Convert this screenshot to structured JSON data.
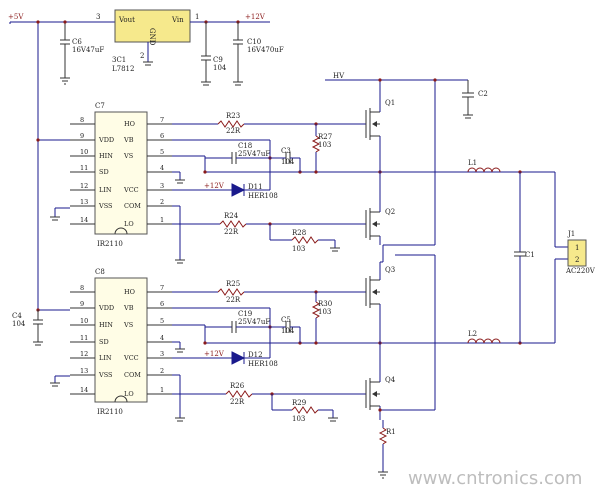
{
  "nets": {
    "p5v": "+5V",
    "p12v": "+12V",
    "hv": "HV"
  },
  "reg": {
    "ref": "3C1",
    "part": "L7812",
    "vout": "Vout",
    "vin": "Vin",
    "gnd": "GND",
    "p1": "1",
    "p2": "2",
    "p3": "3"
  },
  "caps": {
    "c6": {
      "ref": "C6",
      "val": "16V47uF"
    },
    "c9": {
      "ref": "C9",
      "val": "104"
    },
    "c10": {
      "ref": "C10",
      "val": "16V470uF"
    },
    "c2": {
      "ref": "C2"
    },
    "c4": {
      "ref": "C4",
      "val": "104"
    },
    "c18": {
      "ref": "C18",
      "val": "25V47uF"
    },
    "c3": {
      "ref": "C3",
      "val": "104"
    },
    "c19": {
      "ref": "C19",
      "val": "25V47uF"
    },
    "c5": {
      "ref": "C5",
      "val": "104"
    },
    "c1": {
      "ref": "C1"
    }
  },
  "drivers": {
    "top": {
      "ref": "C7",
      "part": "IR2110"
    },
    "bot": {
      "ref": "C8",
      "part": "IR2110"
    },
    "left_pins": [
      {
        "num": "8",
        "name": ""
      },
      {
        "num": "9",
        "name": "VDD"
      },
      {
        "num": "10",
        "name": "HIN"
      },
      {
        "num": "11",
        "name": "SD"
      },
      {
        "num": "12",
        "name": "LIN"
      },
      {
        "num": "13",
        "name": "VSS"
      },
      {
        "num": "14",
        "name": ""
      }
    ],
    "right_pins": [
      {
        "num": "7",
        "name": "HO"
      },
      {
        "num": "6",
        "name": "VB"
      },
      {
        "num": "5",
        "name": "VS"
      },
      {
        "num": "4",
        "name": ""
      },
      {
        "num": "3",
        "name": "VCC"
      },
      {
        "num": "2",
        "name": "COM"
      },
      {
        "num": "1",
        "name": "LO"
      }
    ]
  },
  "resistors": {
    "r23": {
      "ref": "R23",
      "val": "22R"
    },
    "r27": {
      "ref": "R27",
      "val": "103"
    },
    "r24": {
      "ref": "R24",
      "val": "22R"
    },
    "r28": {
      "ref": "R28",
      "val": "103"
    },
    "r25": {
      "ref": "R25",
      "val": "22R"
    },
    "r30": {
      "ref": "R30",
      "val": "103"
    },
    "r26": {
      "ref": "R26",
      "val": "22R"
    },
    "r29": {
      "ref": "R29",
      "val": "103"
    },
    "r1": {
      "ref": "R1"
    }
  },
  "diodes": {
    "d11": {
      "ref": "D11",
      "val": "HER108"
    },
    "d12": {
      "ref": "D12",
      "val": "HER108"
    }
  },
  "mosfets": {
    "q1": "Q1",
    "q2": "Q2",
    "q3": "Q3",
    "q4": "Q4"
  },
  "inductors": {
    "l1": "L1",
    "l2": "L2"
  },
  "connector": {
    "ref": "J1",
    "pin1": "1",
    "pin2": "2",
    "label": "AC220V"
  },
  "watermark": "www.cntronics.com"
}
